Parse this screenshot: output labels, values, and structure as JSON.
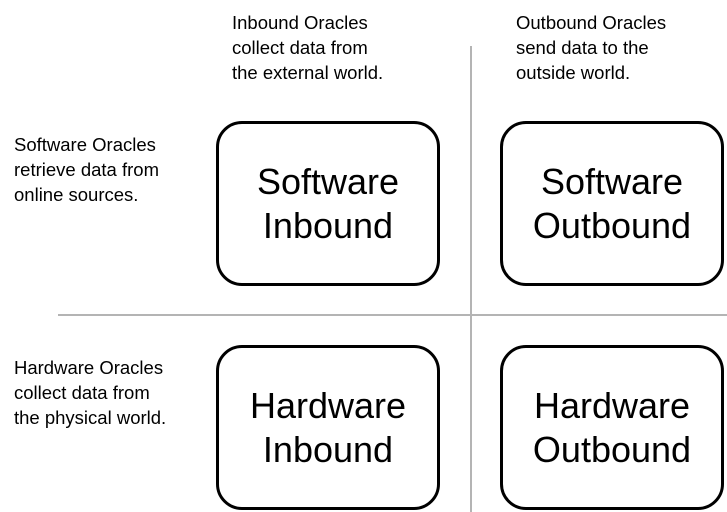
{
  "columns": {
    "inbound_desc": "Inbound Oracles\ncollect data from\nthe external world.",
    "outbound_desc": "Outbound Oracles\nsend data to the\noutside world."
  },
  "rows": {
    "software_desc": "Software Oracles\nretrieve data from\nonline sources.",
    "hardware_desc": "Hardware Oracles\ncollect data from\nthe physical world."
  },
  "quadrants": {
    "software_inbound": "Software\nInbound",
    "software_outbound": "Software\nOutbound",
    "hardware_inbound": "Hardware\nInbound",
    "hardware_outbound": "Hardware\nOutbound"
  },
  "colors": {
    "divider": "#b4b4b4",
    "box_border": "#000000",
    "text": "#000000"
  }
}
